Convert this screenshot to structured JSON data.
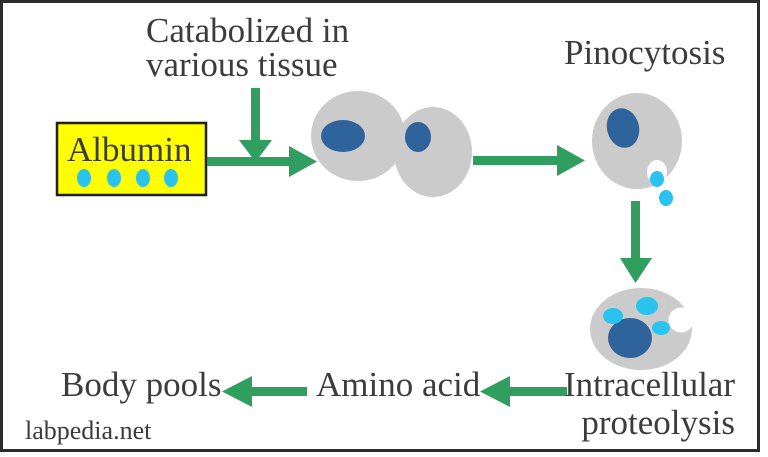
{
  "labels": {
    "catabolized_line1": "Catabolized in",
    "catabolized_line2": "various tissue",
    "pinocytosis": "Pinocytosis",
    "albumin": "Albumin",
    "intracellular_line1": "Intracellular",
    "intracellular_line2": "proteolysis",
    "amino_acid": "Amino acid",
    "body_pools": "Body pools",
    "watermark": "labpedia.net"
  },
  "colors": {
    "arrow_green": "#2f9e5f",
    "albumin_fill": "#ffff00",
    "albumin_border": "#1f1f1f",
    "cell_gray": "#cbcbcb",
    "nucleus_blue": "#2f639c",
    "vesicle_cyan": "#2ac2ee",
    "vesicle_white": "#ffffff",
    "text": "#3c3c3c",
    "frame_border": "#2c2c2c",
    "background": "#ffffff"
  }
}
